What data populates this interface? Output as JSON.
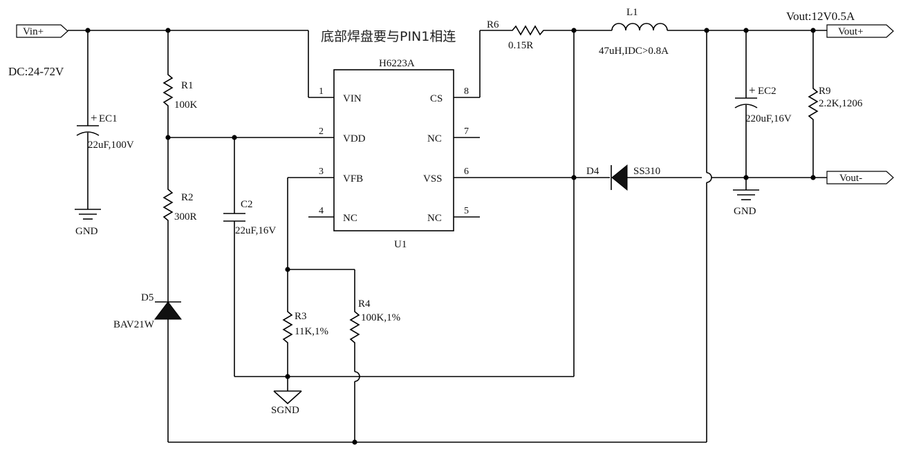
{
  "ports": {
    "vin_plus": "Vin+",
    "vout_plus": "Vout+",
    "vout_minus": "Vout-"
  },
  "labels": {
    "input_range": "DC:24-72V",
    "output_spec": "Vout:12V0.5A",
    "pad_note": "底部焊盘要与PIN1相连"
  },
  "ic": {
    "part": "H6223A",
    "ref": "U1",
    "pins": [
      {
        "num": "1",
        "name": "VIN"
      },
      {
        "num": "2",
        "name": "VDD"
      },
      {
        "num": "3",
        "name": "VFB"
      },
      {
        "num": "4",
        "name": "NC"
      },
      {
        "num": "5",
        "name": "NC"
      },
      {
        "num": "6",
        "name": "VSS"
      },
      {
        "num": "7",
        "name": "NC"
      },
      {
        "num": "8",
        "name": "CS"
      }
    ]
  },
  "components": {
    "r1": {
      "ref": "R1",
      "value": "100K"
    },
    "r2": {
      "ref": "R2",
      "value": "300R"
    },
    "r3": {
      "ref": "R3",
      "value": "11K,1%"
    },
    "r4": {
      "ref": "R4",
      "value": "100K,1%"
    },
    "r6": {
      "ref": "R6",
      "value": "0.15R"
    },
    "r9": {
      "ref": "R9",
      "value": "2.2K,1206"
    },
    "c2": {
      "ref": "C2",
      "value": "22uF,16V"
    },
    "ec1": {
      "ref": "EC1",
      "value": "22uF,100V"
    },
    "ec2": {
      "ref": "EC2",
      "value": "220uF,16V"
    },
    "l1": {
      "ref": "L1",
      "value": "47uH,IDC>0.8A"
    },
    "d4": {
      "ref": "D4",
      "value": "SS310"
    },
    "d5": {
      "ref": "D5",
      "value": "BAV21W"
    }
  },
  "grounds": {
    "gnd": "GND",
    "sgnd": "SGND"
  },
  "polarity_mark": "+"
}
